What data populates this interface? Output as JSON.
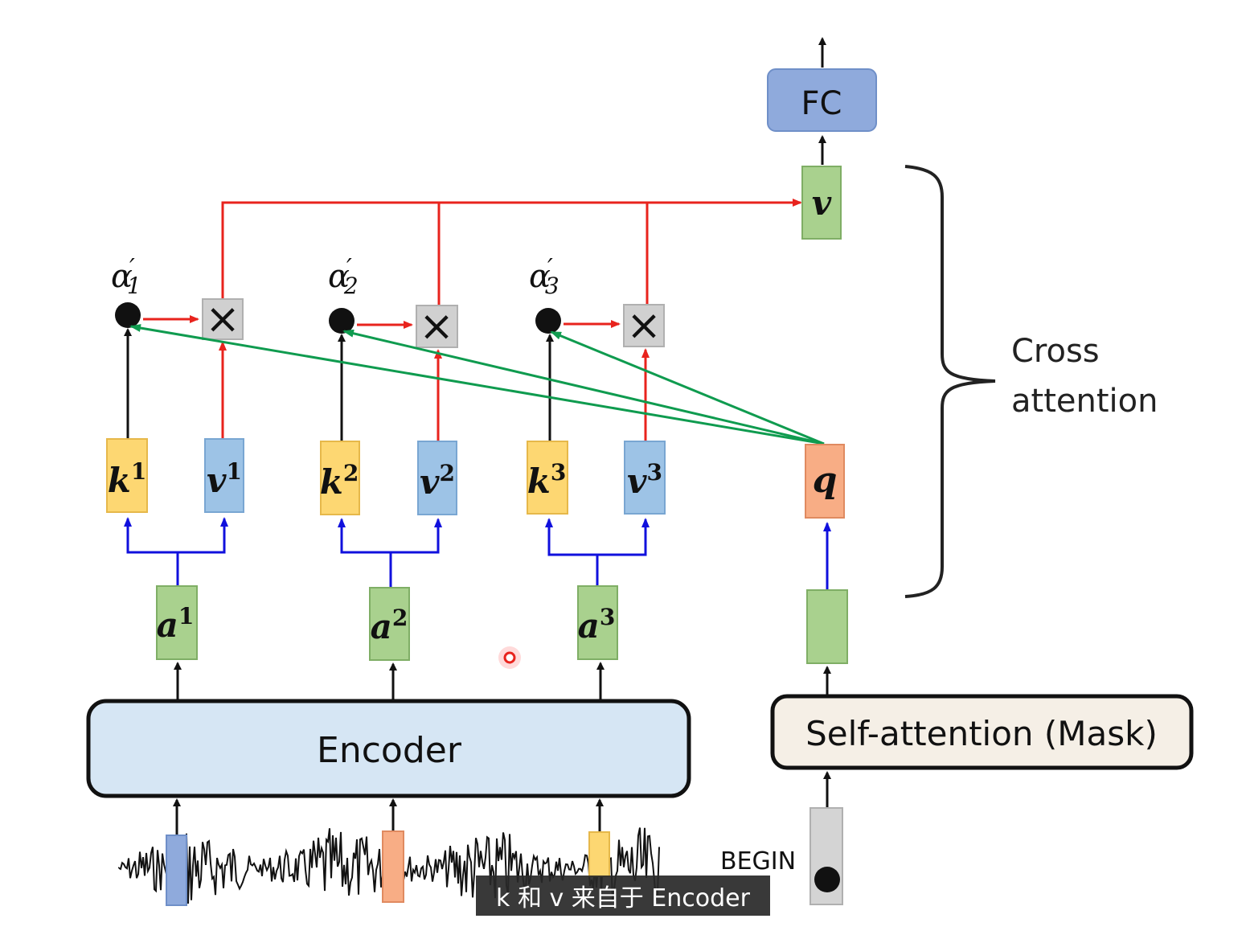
{
  "encoder": {
    "label": "Encoder"
  },
  "self_attention": {
    "label": "Self-attention (Mask)"
  },
  "fc": {
    "label": "FC"
  },
  "cross_attention": {
    "line1": "Cross",
    "line2": "attention"
  },
  "begin": {
    "label": "BEGIN"
  },
  "subtitle": "k 和 v 来自于 Encoder",
  "columns": [
    {
      "a": "a",
      "a_sup": "1",
      "k": "k",
      "k_sup": "1",
      "v": "v",
      "v_sup": "1",
      "alpha": "α",
      "alpha_sub": "1",
      "prime": "′"
    },
    {
      "a": "a",
      "a_sup": "2",
      "k": "k",
      "k_sup": "2",
      "v": "v",
      "v_sup": "2",
      "alpha": "α",
      "alpha_sub": "2",
      "prime": "′"
    },
    {
      "a": "a",
      "a_sup": "3",
      "k": "k",
      "k_sup": "3",
      "v": "v",
      "v_sup": "3",
      "alpha": "α",
      "alpha_sub": "3",
      "prime": "′"
    }
  ],
  "query": {
    "label": "q"
  },
  "output": {
    "label": "v"
  },
  "multiply_symbol": "×",
  "colors": {
    "key": "#fdd772",
    "value": "#9dc3e6",
    "input": "#a9d18e",
    "query": "#f8ad85",
    "fc": "#8faadc",
    "encoder": "#d6e6f4",
    "self_attention": "#f5efe6",
    "red_line": "#e8231d",
    "green_line": "#0f9b4f",
    "blue_line": "#1010dd"
  }
}
